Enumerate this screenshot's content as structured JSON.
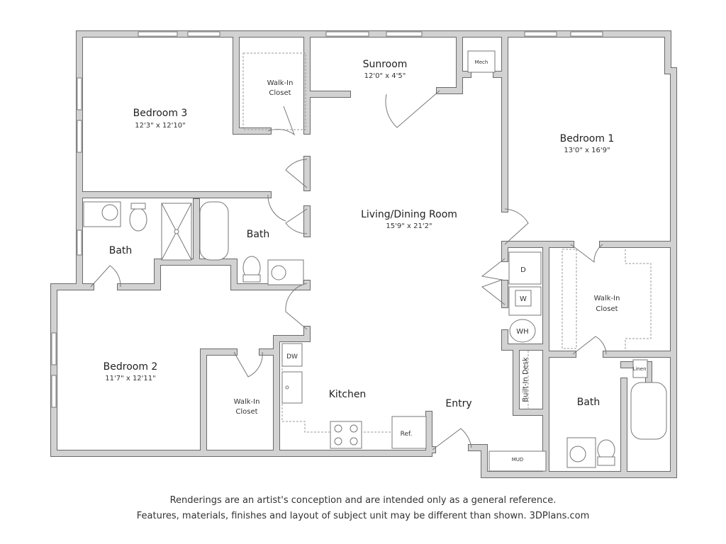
{
  "rooms": {
    "bedroom3": {
      "name": "Bedroom 3",
      "dims": "12'3\" x 12'10\""
    },
    "sunroom": {
      "name": "Sunroom",
      "dims": "12'0\" x 4'5\""
    },
    "bedroom1": {
      "name": "Bedroom 1",
      "dims": "13'0\" x 16'9\""
    },
    "living": {
      "name": "Living/Dining Room",
      "dims": "15'9\" x 21'2\""
    },
    "bedroom2": {
      "name": "Bedroom 2",
      "dims": "11'7\" x 12'11\""
    },
    "closet3": {
      "line1": "Walk-In",
      "line2": "Closet"
    },
    "closet1": {
      "line1": "Walk-In",
      "line2": "Closet"
    },
    "closet2": {
      "line1": "Walk-In",
      "line2": "Closet"
    },
    "bath_left": "Bath",
    "bath_mid": "Bath",
    "bath_right": "Bath",
    "kitchen": "Kitchen",
    "entry": "Entry"
  },
  "fixtures": {
    "mech": "Mech",
    "dryer": "D",
    "washer": "W",
    "water_heater": "WH",
    "dishwasher": "DW",
    "refrigerator": "Ref.",
    "desk": "Built-In Desk",
    "linen": "Linen",
    "mud": "MUD"
  },
  "footer": {
    "line1": "Renderings are an artist's conception and are intended only as a general reference.",
    "line2": "Features, materials, finishes and layout of subject unit may be different than shown. 3DPlans.com"
  }
}
